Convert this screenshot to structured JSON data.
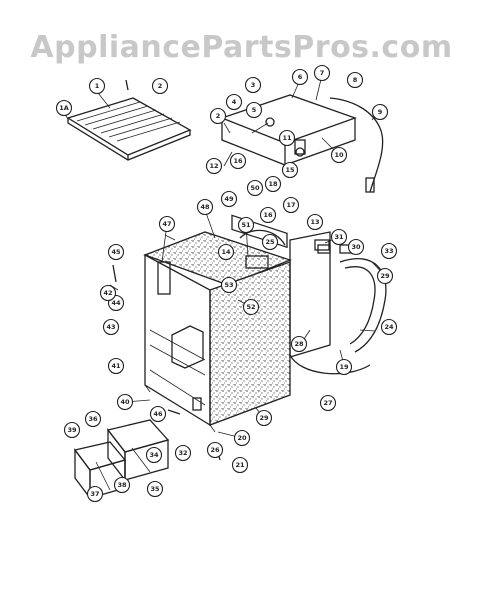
{
  "watermark": "AppliancePartsPros.com",
  "callouts": [
    {
      "id": "c1",
      "label": "1"
    },
    {
      "id": "c2",
      "label": "2"
    },
    {
      "id": "c1a",
      "label": "1A"
    },
    {
      "id": "c3",
      "label": "3"
    },
    {
      "id": "c4",
      "label": "4"
    },
    {
      "id": "c2b",
      "label": "2"
    },
    {
      "id": "c5",
      "label": "5"
    },
    {
      "id": "c6",
      "label": "6"
    },
    {
      "id": "c7",
      "label": "7"
    },
    {
      "id": "c8",
      "label": "8"
    },
    {
      "id": "c9",
      "label": "9"
    },
    {
      "id": "c10",
      "label": "10"
    },
    {
      "id": "c11",
      "label": "11"
    },
    {
      "id": "c12",
      "label": "12"
    },
    {
      "id": "c15",
      "label": "15"
    },
    {
      "id": "c16",
      "label": "16"
    },
    {
      "id": "c18",
      "label": "18"
    },
    {
      "id": "c49",
      "label": "49"
    },
    {
      "id": "c50",
      "label": "50"
    },
    {
      "id": "c16b",
      "label": "16"
    },
    {
      "id": "c17",
      "label": "17"
    },
    {
      "id": "c13",
      "label": "13"
    },
    {
      "id": "c48",
      "label": "48"
    },
    {
      "id": "c47",
      "label": "47"
    },
    {
      "id": "c51",
      "label": "51"
    },
    {
      "id": "c14",
      "label": "14"
    },
    {
      "id": "c25",
      "label": "25"
    },
    {
      "id": "c31",
      "label": "31"
    },
    {
      "id": "c30",
      "label": "30"
    },
    {
      "id": "c33",
      "label": "33"
    },
    {
      "id": "c45",
      "label": "45"
    },
    {
      "id": "c53",
      "label": "53"
    },
    {
      "id": "c29",
      "label": "29"
    },
    {
      "id": "c44",
      "label": "44"
    },
    {
      "id": "c52",
      "label": "52"
    },
    {
      "id": "c43",
      "label": "43"
    },
    {
      "id": "c28",
      "label": "28"
    },
    {
      "id": "c24",
      "label": "24"
    },
    {
      "id": "c19",
      "label": "19"
    },
    {
      "id": "c42",
      "label": "42"
    },
    {
      "id": "c41",
      "label": "41"
    },
    {
      "id": "c27",
      "label": "27"
    },
    {
      "id": "c40",
      "label": "40"
    },
    {
      "id": "c46",
      "label": "46"
    },
    {
      "id": "c29b",
      "label": "29"
    },
    {
      "id": "c20",
      "label": "20"
    },
    {
      "id": "c39",
      "label": "39"
    },
    {
      "id": "c36",
      "label": "36"
    },
    {
      "id": "c34",
      "label": "34"
    },
    {
      "id": "c32",
      "label": "32"
    },
    {
      "id": "c26",
      "label": "26"
    },
    {
      "id": "c38",
      "label": "38"
    },
    {
      "id": "c35",
      "label": "35"
    },
    {
      "id": "c21",
      "label": "21"
    },
    {
      "id": "c37",
      "label": "37"
    }
  ]
}
